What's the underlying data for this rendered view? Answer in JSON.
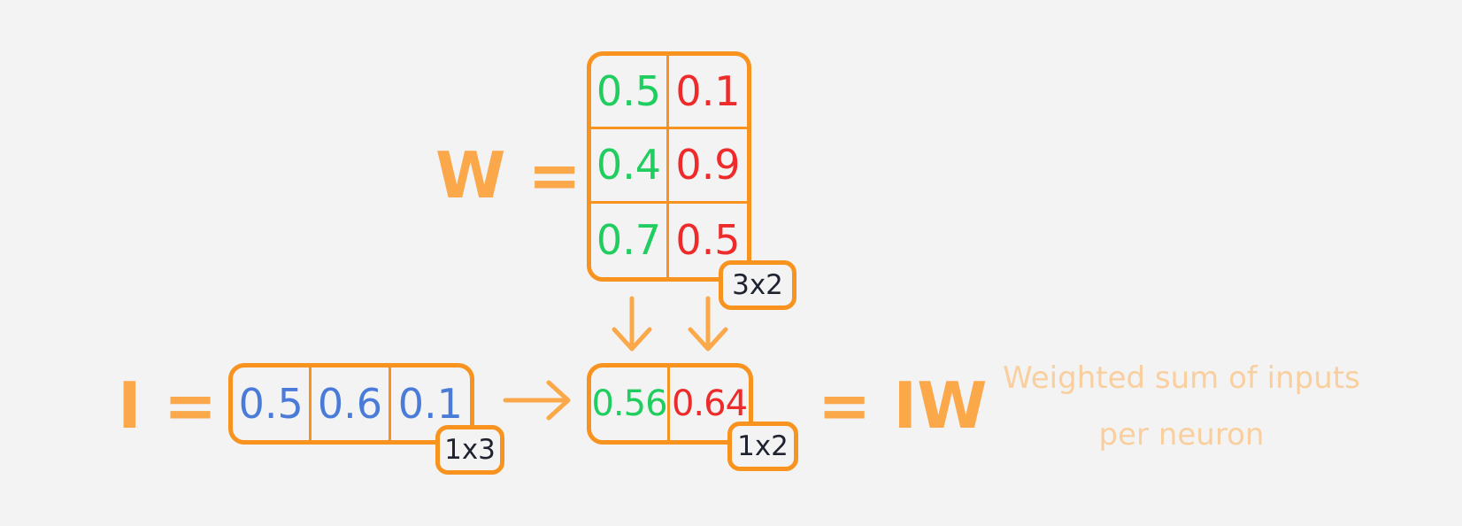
{
  "weights": {
    "label": "W =",
    "rows": [
      [
        "0.5",
        "0.1"
      ],
      [
        "0.4",
        "0.9"
      ],
      [
        "0.7",
        "0.5"
      ]
    ],
    "shape": "3x2"
  },
  "inputs": {
    "label": "I =",
    "values": [
      "0.5",
      "0.6",
      "0.1"
    ],
    "shape": "1x3"
  },
  "result": {
    "values": [
      "0.56",
      "0.64"
    ],
    "shape": "1x2",
    "label": "= IW"
  },
  "caption": {
    "line1": "Weighted sum of inputs",
    "line2": "per neuron"
  },
  "colors": {
    "border": "#f7931e",
    "label": "#fba84a",
    "neuron1": "#1fce5f",
    "neuron2": "#ee2b2b",
    "input": "#4a7bd9",
    "caption": "#f9cf9f"
  }
}
